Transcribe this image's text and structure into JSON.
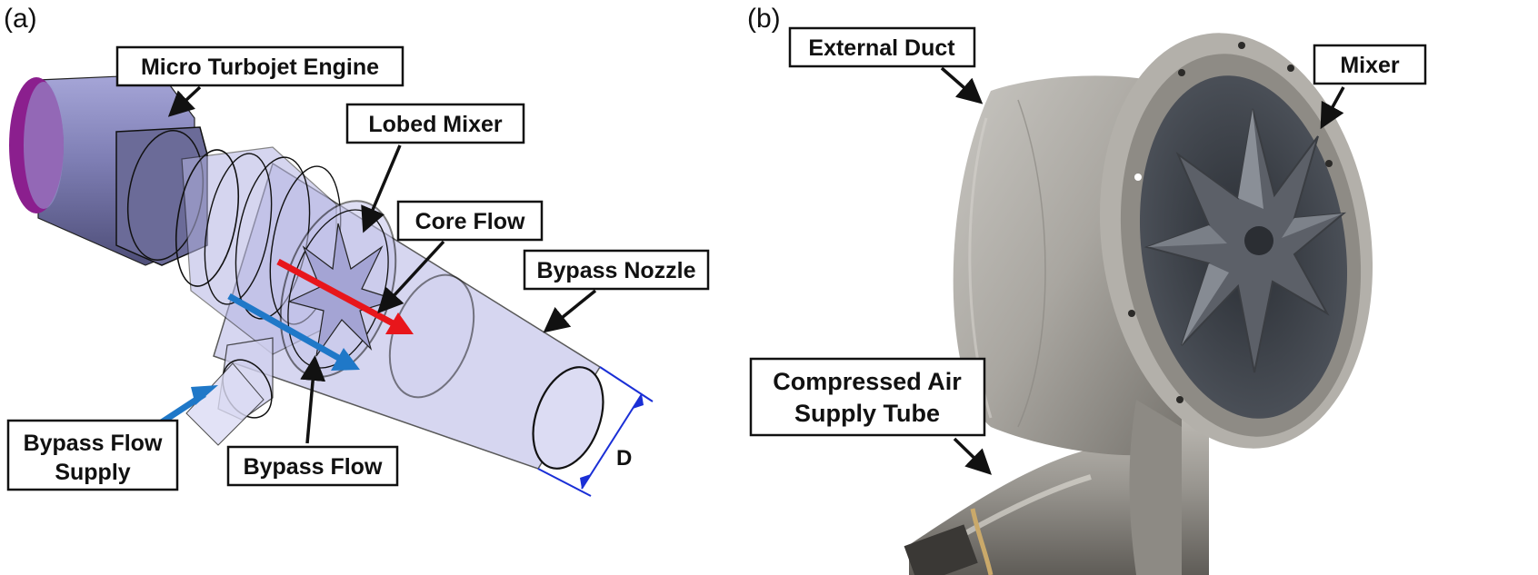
{
  "panels": [
    {
      "letter": "(a)"
    },
    {
      "letter": "(b)"
    }
  ],
  "labels": {
    "micro_turbojet_engine": "Micro Turbojet Engine",
    "lobed_mixer": "Lobed Mixer",
    "core_flow": "Core Flow",
    "bypass_nozzle": "Bypass Nozzle",
    "bypass_flow_supply": [
      "Bypass Flow",
      "Supply"
    ],
    "bypass_flow": "Bypass Flow",
    "dimension": "D",
    "external_duct": "External Duct",
    "mixer": "Mixer",
    "compressed_air_supply_tube": [
      "Compressed Air",
      "Supply Tube"
    ]
  },
  "colors": {
    "core_flow_arrow": "#e8161b",
    "bypass_flow_arrow": "#1f78c8",
    "engine_inlet": "#8b1f8e",
    "dimension_line": "#1a2fd6",
    "transparent_body": "#b9b9e6"
  }
}
